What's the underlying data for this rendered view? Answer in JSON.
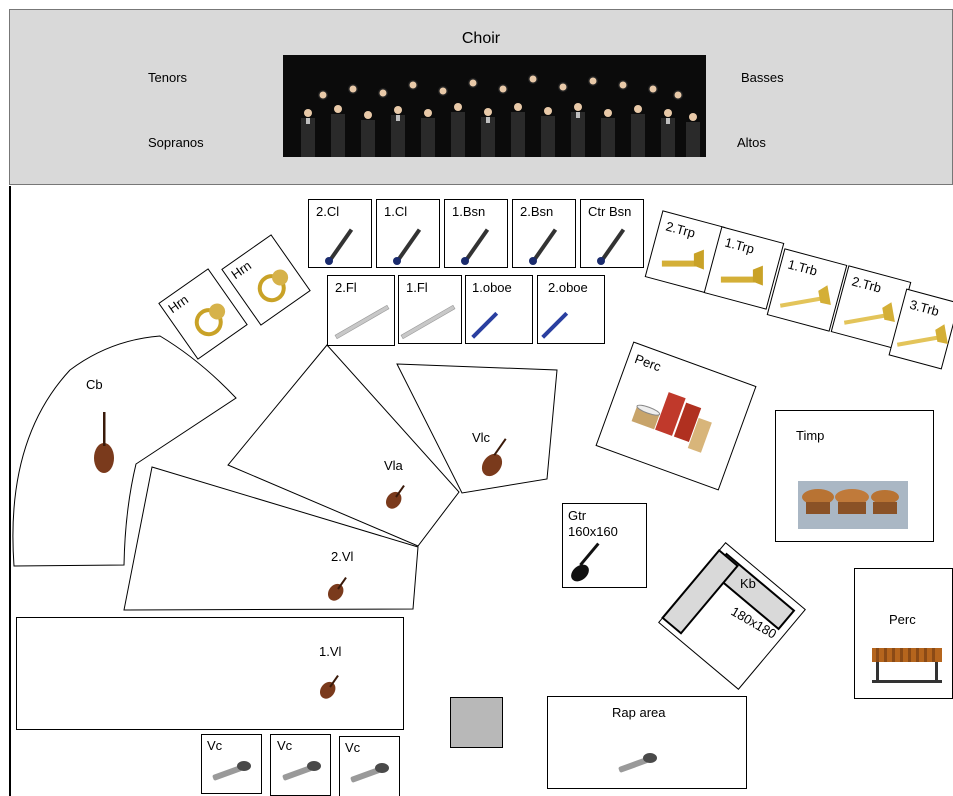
{
  "choir": {
    "title": "Choir",
    "sections": {
      "tenors": "Tenors",
      "sopranos": "Sopranos",
      "basses": "Basses",
      "altos": "Altos"
    }
  },
  "woodwinds_back": [
    {
      "label": "2.Cl",
      "icon": "clarinet-icon"
    },
    {
      "label": "1.Cl",
      "icon": "clarinet-icon"
    },
    {
      "label": "1.Bsn",
      "icon": "bassoon-icon"
    },
    {
      "label": "2.Bsn",
      "icon": "bassoon-icon"
    },
    {
      "label": "Ctr Bsn",
      "icon": "contrabassoon-icon"
    }
  ],
  "woodwinds_front": [
    {
      "label": "2.Fl",
      "icon": "flute-icon"
    },
    {
      "label": "1.Fl",
      "icon": "flute-icon"
    },
    {
      "label": "1.oboe",
      "icon": "oboe-icon"
    },
    {
      "label": "2.oboe",
      "icon": "oboe-icon"
    }
  ],
  "horns": [
    {
      "label": "Hrn",
      "icon": "french-horn-icon"
    },
    {
      "label": "Hrn",
      "icon": "french-horn-icon"
    }
  ],
  "brass": [
    {
      "label": "2.Trp",
      "icon": "trumpet-icon"
    },
    {
      "label": "1.Trp",
      "icon": "trumpet-icon"
    },
    {
      "label": "1.Trb",
      "icon": "trombone-icon"
    },
    {
      "label": "2.Trb",
      "icon": "trombone-icon"
    },
    {
      "label": "3.Trb",
      "icon": "trombone-icon"
    }
  ],
  "strings": {
    "contrabass": "Cb",
    "viola": "Vla",
    "cello": "Vlc",
    "second_violin": "2.Vl",
    "first_violin": "1.Vl"
  },
  "percussion": {
    "label": "Perc",
    "icon": "conga-drums-icon"
  },
  "timpani": {
    "label": "Timp",
    "icon": "timpani-icon"
  },
  "guitar": {
    "label": "Gtr",
    "size": "160x160",
    "icon": "electric-guitar-icon"
  },
  "keyboard": {
    "label": "Kb",
    "size": "180x180"
  },
  "mallets": {
    "label": "Perc",
    "icon": "marimba-icon"
  },
  "vocals": [
    {
      "label": "Vc",
      "icon": "microphone-icon"
    },
    {
      "label": "Vc",
      "icon": "microphone-icon"
    },
    {
      "label": "Vc",
      "icon": "microphone-icon"
    }
  ],
  "rap_area": {
    "label": "Rap area",
    "icon": "microphone-icon"
  },
  "colors": {
    "choir_bg": "#d9d9d9",
    "podium": "#b8b8b8",
    "wood": "#7a3a1c",
    "brass": "#c9a227"
  }
}
